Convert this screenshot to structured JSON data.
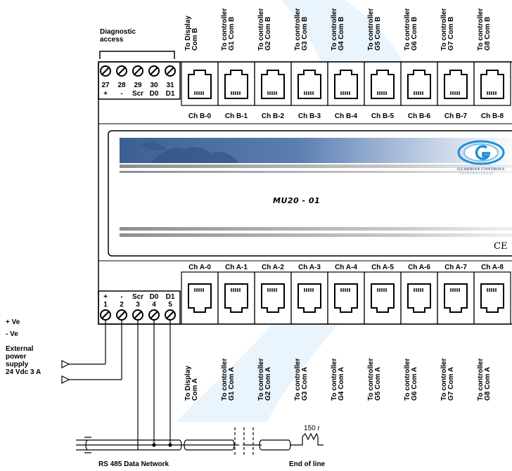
{
  "diagnostic_label": [
    "Diagnostic",
    "access"
  ],
  "top_ports": [
    {
      "label": "Ch B-0",
      "caption": "To Display\nCom B"
    },
    {
      "label": "Ch B-1",
      "caption": "To controller\nG1 Com B"
    },
    {
      "label": "Ch B-2",
      "caption": "To controller\nG2 Com B"
    },
    {
      "label": "Ch B-3",
      "caption": "To controller\nG3 Com B"
    },
    {
      "label": "Ch B-4",
      "caption": "To controller\nG4 Com B"
    },
    {
      "label": "Ch B-5",
      "caption": "To controller\nG5 Com B"
    },
    {
      "label": "Ch B-6",
      "caption": "To controller\nG6 Com B"
    },
    {
      "label": "Ch B-7",
      "caption": "To controller\nG7 Com B"
    },
    {
      "label": "Ch B-8",
      "caption": "To controller\nG8 Com B"
    }
  ],
  "bottom_ports": [
    {
      "label": "Ch A-0",
      "caption": "To Display\nCom A"
    },
    {
      "label": "Ch A-1",
      "caption": "To controller\nG1 Com A"
    },
    {
      "label": "Ch A-2",
      "caption": "To controller\nG2 Com A"
    },
    {
      "label": "Ch A-3",
      "caption": "To controller\nG3 Com A"
    },
    {
      "label": "Ch A-4",
      "caption": "To controller\nG4 Com A"
    },
    {
      "label": "Ch A-5",
      "caption": "To controller\nG5 Com A"
    },
    {
      "label": "Ch A-6",
      "caption": "To controller\nG6 Com A"
    },
    {
      "label": "Ch A-7",
      "caption": "To controller\nG7 Com A"
    },
    {
      "label": "Ch A-8",
      "caption": "To controller\nG8 Com A"
    }
  ],
  "top_terminals": {
    "numbers": [
      "27",
      "28",
      "29",
      "30",
      "31"
    ],
    "signals": [
      "+",
      "-",
      "Scr",
      "D0",
      "D1"
    ]
  },
  "bottom_terminals": {
    "numbers": [
      "1",
      "2",
      "3",
      "4",
      "5"
    ],
    "signals": [
      "+",
      "-",
      "Scr",
      "D0",
      "D1"
    ]
  },
  "model": "MU20 - 01",
  "brand": {
    "name": "GUARDIAN CONTROLS",
    "sub": "international",
    "logo_letter": "G"
  },
  "ce_mark": "CE",
  "power": {
    "plus": "+ Ve",
    "minus": "- Ve",
    "desc": [
      "External",
      "power",
      "supply",
      "24 Vdc 3 A"
    ]
  },
  "network_label": "RS 485 Data Network",
  "end_of_line": "End of line",
  "resistor": "150 r",
  "colors": {
    "accent_blue": "#1e8fd8",
    "watermark": "#e9f3fb"
  }
}
